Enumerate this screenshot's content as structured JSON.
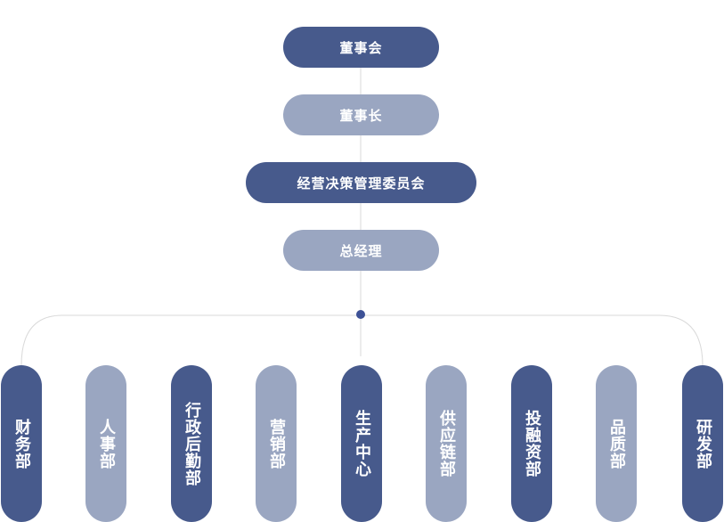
{
  "top": [
    {
      "label": "董事会",
      "tone": "dark"
    },
    {
      "label": "董事长",
      "tone": "light"
    },
    {
      "label": "经营决策管理委员会",
      "tone": "dark"
    },
    {
      "label": "总经理",
      "tone": "light"
    }
  ],
  "departments": [
    {
      "label": "财务部",
      "tone": "dark"
    },
    {
      "label": "人事部",
      "tone": "light"
    },
    {
      "label": "行政后勤部",
      "tone": "dark"
    },
    {
      "label": "营销部",
      "tone": "light"
    },
    {
      "label": "生产中心",
      "tone": "dark"
    },
    {
      "label": "供应链部",
      "tone": "light"
    },
    {
      "label": "投融资部",
      "tone": "dark"
    },
    {
      "label": "品质部",
      "tone": "light"
    },
    {
      "label": "研发部",
      "tone": "dark"
    }
  ],
  "colors": {
    "dark": "#475a8c",
    "light": "#9aa6c1",
    "line": "#d9d9d9",
    "dot": "#3d5196"
  }
}
